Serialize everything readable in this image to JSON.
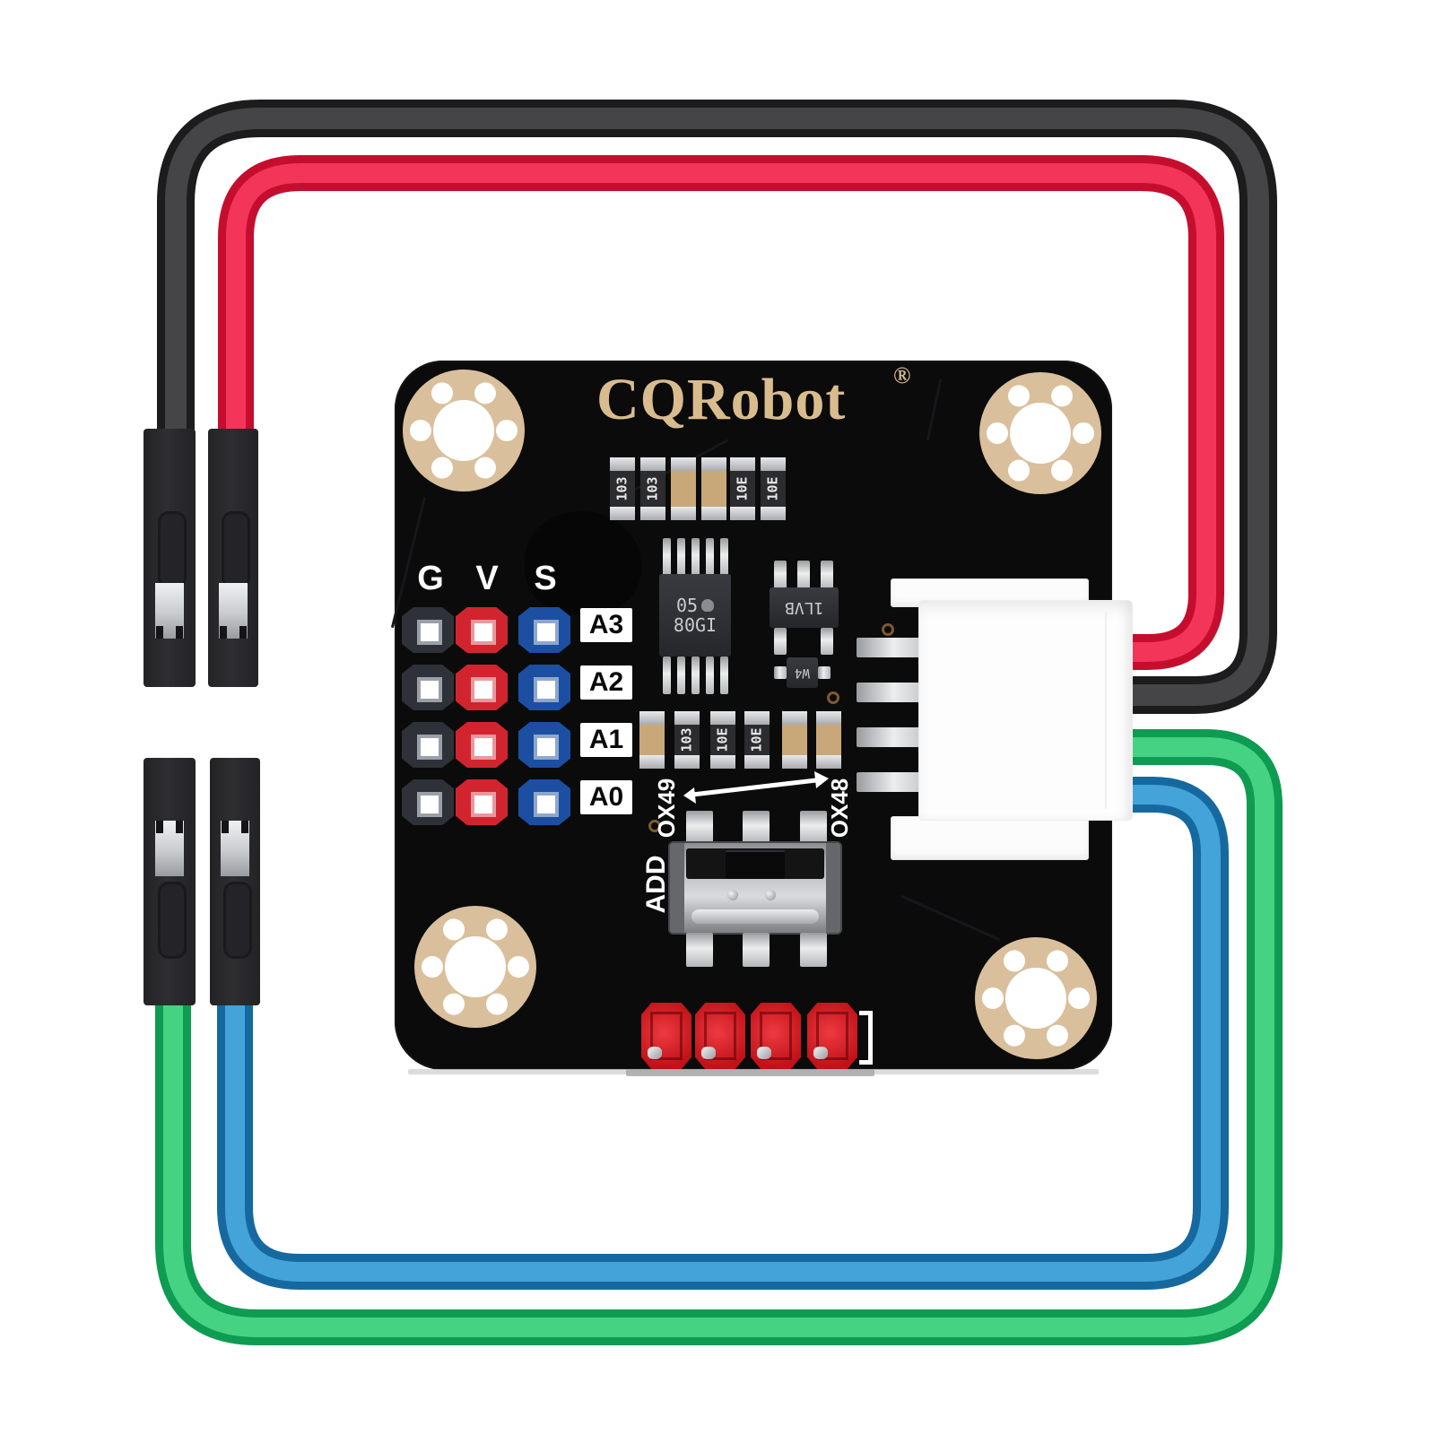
{
  "board": {
    "brand": "CQRobot",
    "registered_mark": "®",
    "pin_column_labels": [
      "G",
      "V",
      "S"
    ],
    "channel_labels": [
      "A3",
      "A2",
      "A1",
      "A0"
    ],
    "switch_label": "ADD",
    "switch_position_left": "OX49",
    "switch_position_right": "OX48",
    "chip_markings": {
      "adc_line1": "05",
      "adc_line2": "80GI",
      "regulator": "1LVB",
      "transistor": "W4"
    },
    "smd_markings": {
      "r103": "103",
      "r10e": "10E"
    }
  },
  "colors": {
    "background": "#ffffff",
    "board": "#0b0b0c",
    "pad_gold": "#d9bf9b",
    "header_g": "#2e3138",
    "header_v": "#d2242e",
    "header_s": "#1c4fa1",
    "red_connector": "#d2232b",
    "wire_black_edge": "#1c1c1d",
    "wire_black_core": "#454547",
    "wire_red_edge": "#c50e2e",
    "wire_red_core": "#f4355a",
    "wire_green_edge": "#0e9b52",
    "wire_green_core": "#45d383",
    "wire_blue_edge": "#16699f",
    "wire_blue_core": "#44a3d9"
  }
}
